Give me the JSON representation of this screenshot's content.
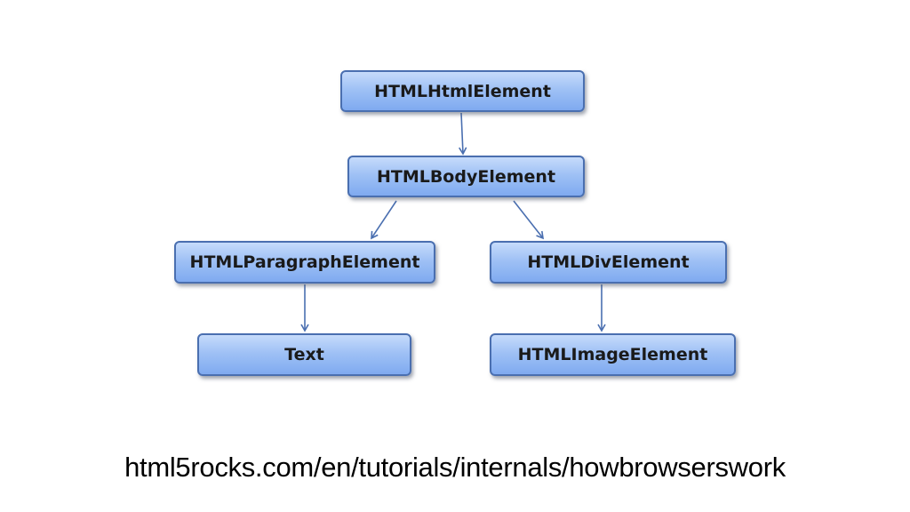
{
  "diagram": {
    "nodes": {
      "html": "HTMLHtmlElement",
      "body": "HTMLBodyElement",
      "paragraph": "HTMLParagraphElement",
      "div": "HTMLDivElement",
      "text": "Text",
      "image": "HTMLImageElement"
    },
    "edges": [
      {
        "from": "html",
        "to": "body"
      },
      {
        "from": "body",
        "to": "paragraph"
      },
      {
        "from": "body",
        "to": "div"
      },
      {
        "from": "paragraph",
        "to": "text"
      },
      {
        "from": "div",
        "to": "image"
      }
    ],
    "colors": {
      "node_fill": "#9fc1f5",
      "node_border": "#4a6fb0",
      "edge": "#4a6fb0"
    }
  },
  "footer": {
    "source_url": "html5rocks.com/en/tutorials/internals/howbrowserswork"
  }
}
